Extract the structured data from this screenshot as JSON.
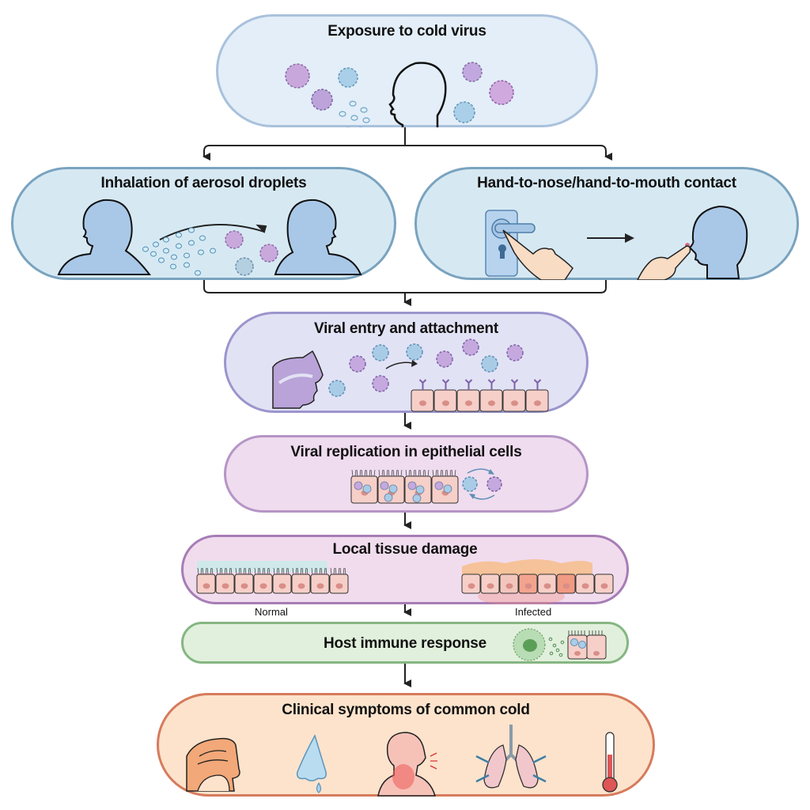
{
  "diagram": {
    "type": "flowchart",
    "topic": "Pathogenesis of the common cold",
    "nodes": [
      {
        "id": "exposure",
        "title": "Exposure to cold virus",
        "illustration": [
          "virus-particles",
          "human-head-profile",
          "droplets"
        ]
      },
      {
        "id": "inhalation",
        "title": "Inhalation of aerosol droplets",
        "illustration": [
          "person-exhaling",
          "aerosol-droplets",
          "virus-particles",
          "person-inhaling"
        ]
      },
      {
        "id": "contact",
        "title": "Hand-to-nose/hand-to-mouth contact",
        "illustration": [
          "hand-on-door-handle",
          "arrow",
          "hand-touching-nose"
        ]
      },
      {
        "id": "entry",
        "title": "Viral entry and attachment",
        "illustration": [
          "nasal-cavity",
          "virus-particles",
          "epithelial-cells-with-receptors"
        ]
      },
      {
        "id": "replication",
        "title": "Viral replication in epithelial cells",
        "illustration": [
          "infected-ciliated-cells",
          "replication-cycle-arrows"
        ]
      },
      {
        "id": "damage",
        "title": "Local tissue damage",
        "sublabels": {
          "left": "Normal",
          "right": "Infected"
        }
      },
      {
        "id": "immune",
        "title": "Host immune response",
        "illustration": [
          "immune-cell",
          "cytokines",
          "infected-cells"
        ]
      },
      {
        "id": "symptoms",
        "title": "Clinical symptoms of common cold",
        "icons": [
          "nasal-congestion-icon",
          "runny-nose-icon",
          "sore-throat-icon",
          "cough-lungs-icon",
          "fever-thermometer-icon"
        ]
      }
    ],
    "edges": [
      [
        "exposure",
        "inhalation"
      ],
      [
        "exposure",
        "contact"
      ],
      [
        "inhalation",
        "entry"
      ],
      [
        "contact",
        "entry"
      ],
      [
        "entry",
        "replication"
      ],
      [
        "replication",
        "damage"
      ],
      [
        "damage",
        "immune"
      ],
      [
        "immune",
        "symptoms"
      ]
    ]
  },
  "colors": {
    "exposure": "#e3eef8",
    "transmission": "#d6e9f3",
    "entry": "#e2e2f5",
    "replication": "#efdcef",
    "damage": "#f1dcee",
    "immune": "#e1f0dc",
    "symptoms": "#fde3cc"
  }
}
